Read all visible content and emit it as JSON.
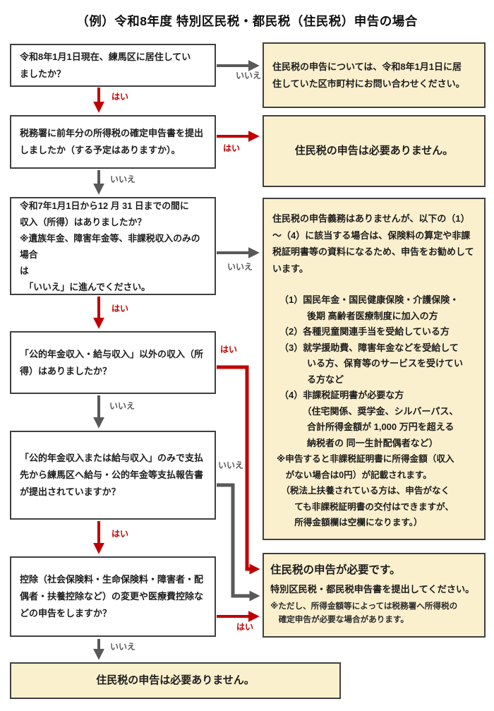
{
  "title": "（例）令和8年度 特別区民税・都民税（住民税）申告の場合",
  "labels": {
    "yes": "はい",
    "no": "いいえ"
  },
  "colors": {
    "yes_red": "#c00000",
    "no_gray": "#595959",
    "result_bg": "#fbf0ce",
    "box_border": "#404040"
  },
  "questions": [
    {
      "id": "q1",
      "text": "令和8年1月1日現在、練馬区に居住してい\nましたか？"
    },
    {
      "id": "q2",
      "text": "税務署に前年分の所得税の確定申告書を提出\nしましたか（する予定はありますか）。"
    },
    {
      "id": "q3",
      "text": "令和7年1月1日から12 月 31 日までの間に\n収入（所得）はありましたか？\n※遺族年金、障害年金等、非課税収入のみの場合\nは\n　「いいえ」に進んでください。"
    },
    {
      "id": "q4",
      "text": "「公的年金収入・給与収入」以外の収入（所\n得）はありましたか？"
    },
    {
      "id": "q5",
      "text": "「公的年金収入または給与収入」のみで支払\n先から練馬区へ給与・公的年金等支払報告書\nが提出されていますか？"
    },
    {
      "id": "q6",
      "text": "控除（社会保険料・生命保険料・障害者・配\n偶者・扶養控除など）の変更や医療費控除な\nどの申告をしますか？"
    }
  ],
  "results": {
    "contact_other_city": "住民税の申告については、令和8年1月1日に居\n住していた区市町村にお問い合わせください。",
    "no_filing_needed_top": "住民税の申告は必要ありません。",
    "recommended": {
      "intro": "住民税の申告義務はありませんが、以下の（1）\n～（4）に該当する場合は、保険料の算定や非課\n税証明書等の資料になるため、申告をお勧めして\nいます。",
      "items": [
        "（1）国民年金・国民健康保険・介護保険・\n　　　後期 高齢者医療制度に加入の方",
        "（2）各種児童関連手当を受給している方",
        "（3）就学援助費、障害年金などを受給して\n　　　いる方、保育等のサービスを受けてい\n　　　る方など",
        "（4）非課税証明書が必要な方\n　　　（住宅関係、奨学金、シルバーパス、\n　　　合計所得金額が 1,000 万円を超える\n　　　納税者の 同一生計配偶者など）"
      ],
      "note": "※申告すると非課税証明書に所得金額（収入\n　がない場合は0円）が記載されます。\n　（税法上扶養されている方は、申告がなく\n　　ても非課税証明書の交付はできますが、\n　　所得金額欄は空欄になります。）"
    },
    "filing_required": {
      "heading": "住民税の申告が必要です。",
      "sub": "特別区民税・都民税申告書を提出してください。",
      "note": "※ただし、所得金額等によっては税務署へ所得税の\n　確定申告が必要な場合があります。"
    },
    "no_filing_needed_bottom": "住民税の申告は必要ありません。"
  },
  "connectors": [
    {
      "from": "q1",
      "to": "contact_other_city",
      "label": "いいえ",
      "color": "gray"
    },
    {
      "from": "q1",
      "to": "q2",
      "label": "はい",
      "color": "red"
    },
    {
      "from": "q2",
      "to": "no_filing_needed_top",
      "label": "はい",
      "color": "red"
    },
    {
      "from": "q2",
      "to": "q3",
      "label": "いいえ",
      "color": "gray"
    },
    {
      "from": "q3",
      "to": "recommended",
      "label": "いいえ",
      "color": "gray"
    },
    {
      "from": "q3",
      "to": "q4",
      "label": "はい",
      "color": "red"
    },
    {
      "from": "q4",
      "to": "filing_required",
      "label": "はい",
      "color": "red"
    },
    {
      "from": "q4",
      "to": "q5",
      "label": "いいえ",
      "color": "gray"
    },
    {
      "from": "q5",
      "to": "filing_required",
      "label": "いいえ",
      "color": "gray"
    },
    {
      "from": "q5",
      "to": "q6",
      "label": "はい",
      "color": "red"
    },
    {
      "from": "q6",
      "to": "filing_required",
      "label": "はい",
      "color": "red"
    },
    {
      "from": "q6",
      "to": "no_filing_needed_bottom",
      "label": "いいえ",
      "color": "gray"
    }
  ]
}
